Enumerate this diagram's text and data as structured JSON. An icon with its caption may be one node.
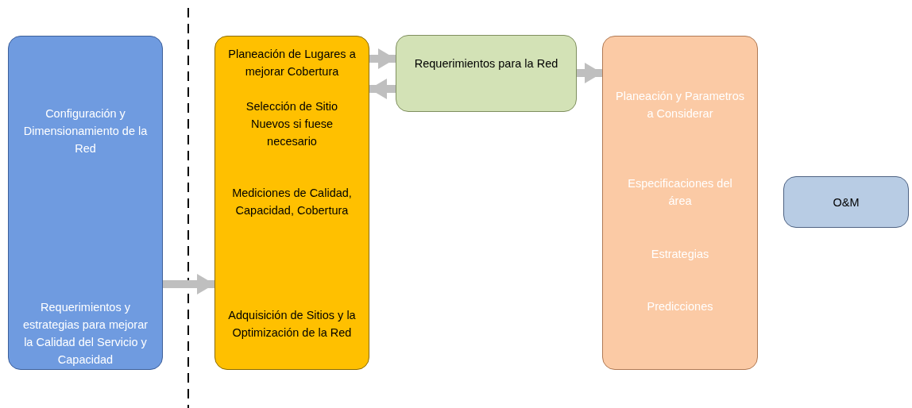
{
  "diagram": {
    "nodes": [
      {
        "text": [
          "Configuración y Dimensionamiento de la Red",
          "Requerimientos y estrategias para mejorar la Calidad del Servicio y Capacidad"
        ]
      },
      {
        "text": [
          "Planeación de Lugares a mejorar Cobertura",
          "Selección de Sitio Nuevos si fuese necesario",
          "Mediciones de Calidad, Capacidad, Cobertura",
          "Adquisición de Sitios y la Optimización de la Red"
        ]
      },
      {
        "text": [
          "Requerimientos para la Red"
        ]
      },
      {
        "text": [
          "Planeación y Parametros a Considerar",
          "Especificaciones del área",
          "Estrategias",
          "Predicciones"
        ]
      },
      {
        "text": [
          "O&M"
        ]
      }
    ],
    "edges": [
      {
        "from": 0,
        "to": 1,
        "arrow": "to"
      },
      {
        "from": 1,
        "to": 2,
        "arrow": "to"
      },
      {
        "from": 2,
        "to": 1,
        "arrow": "to"
      },
      {
        "from": 2,
        "to": 3,
        "arrow": "to"
      }
    ]
  }
}
